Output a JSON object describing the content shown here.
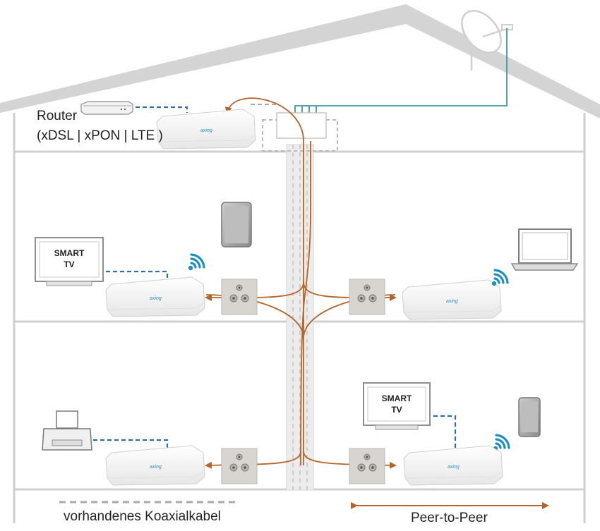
{
  "router": {
    "label_line1": "Router",
    "label_line2": "(xDSL | xPON | LTE )"
  },
  "devices": {
    "smart_tv_label_1": "SMART",
    "smart_tv_label_2": "TV",
    "adapter_brand": "axing"
  },
  "legend": {
    "existing_coax": "vorhandenes Koaxialkabel",
    "peer_to_peer": "Peer-to-Peer"
  },
  "colors": {
    "house_outline": "#cfcfcf",
    "coax_dashed": "#a9a9a9",
    "signal_path": "#b5652a",
    "ethernet_dashed": "#2d6ea8",
    "satellite_cable": "#3a9e9a",
    "wifi": "#1f8fc0"
  }
}
